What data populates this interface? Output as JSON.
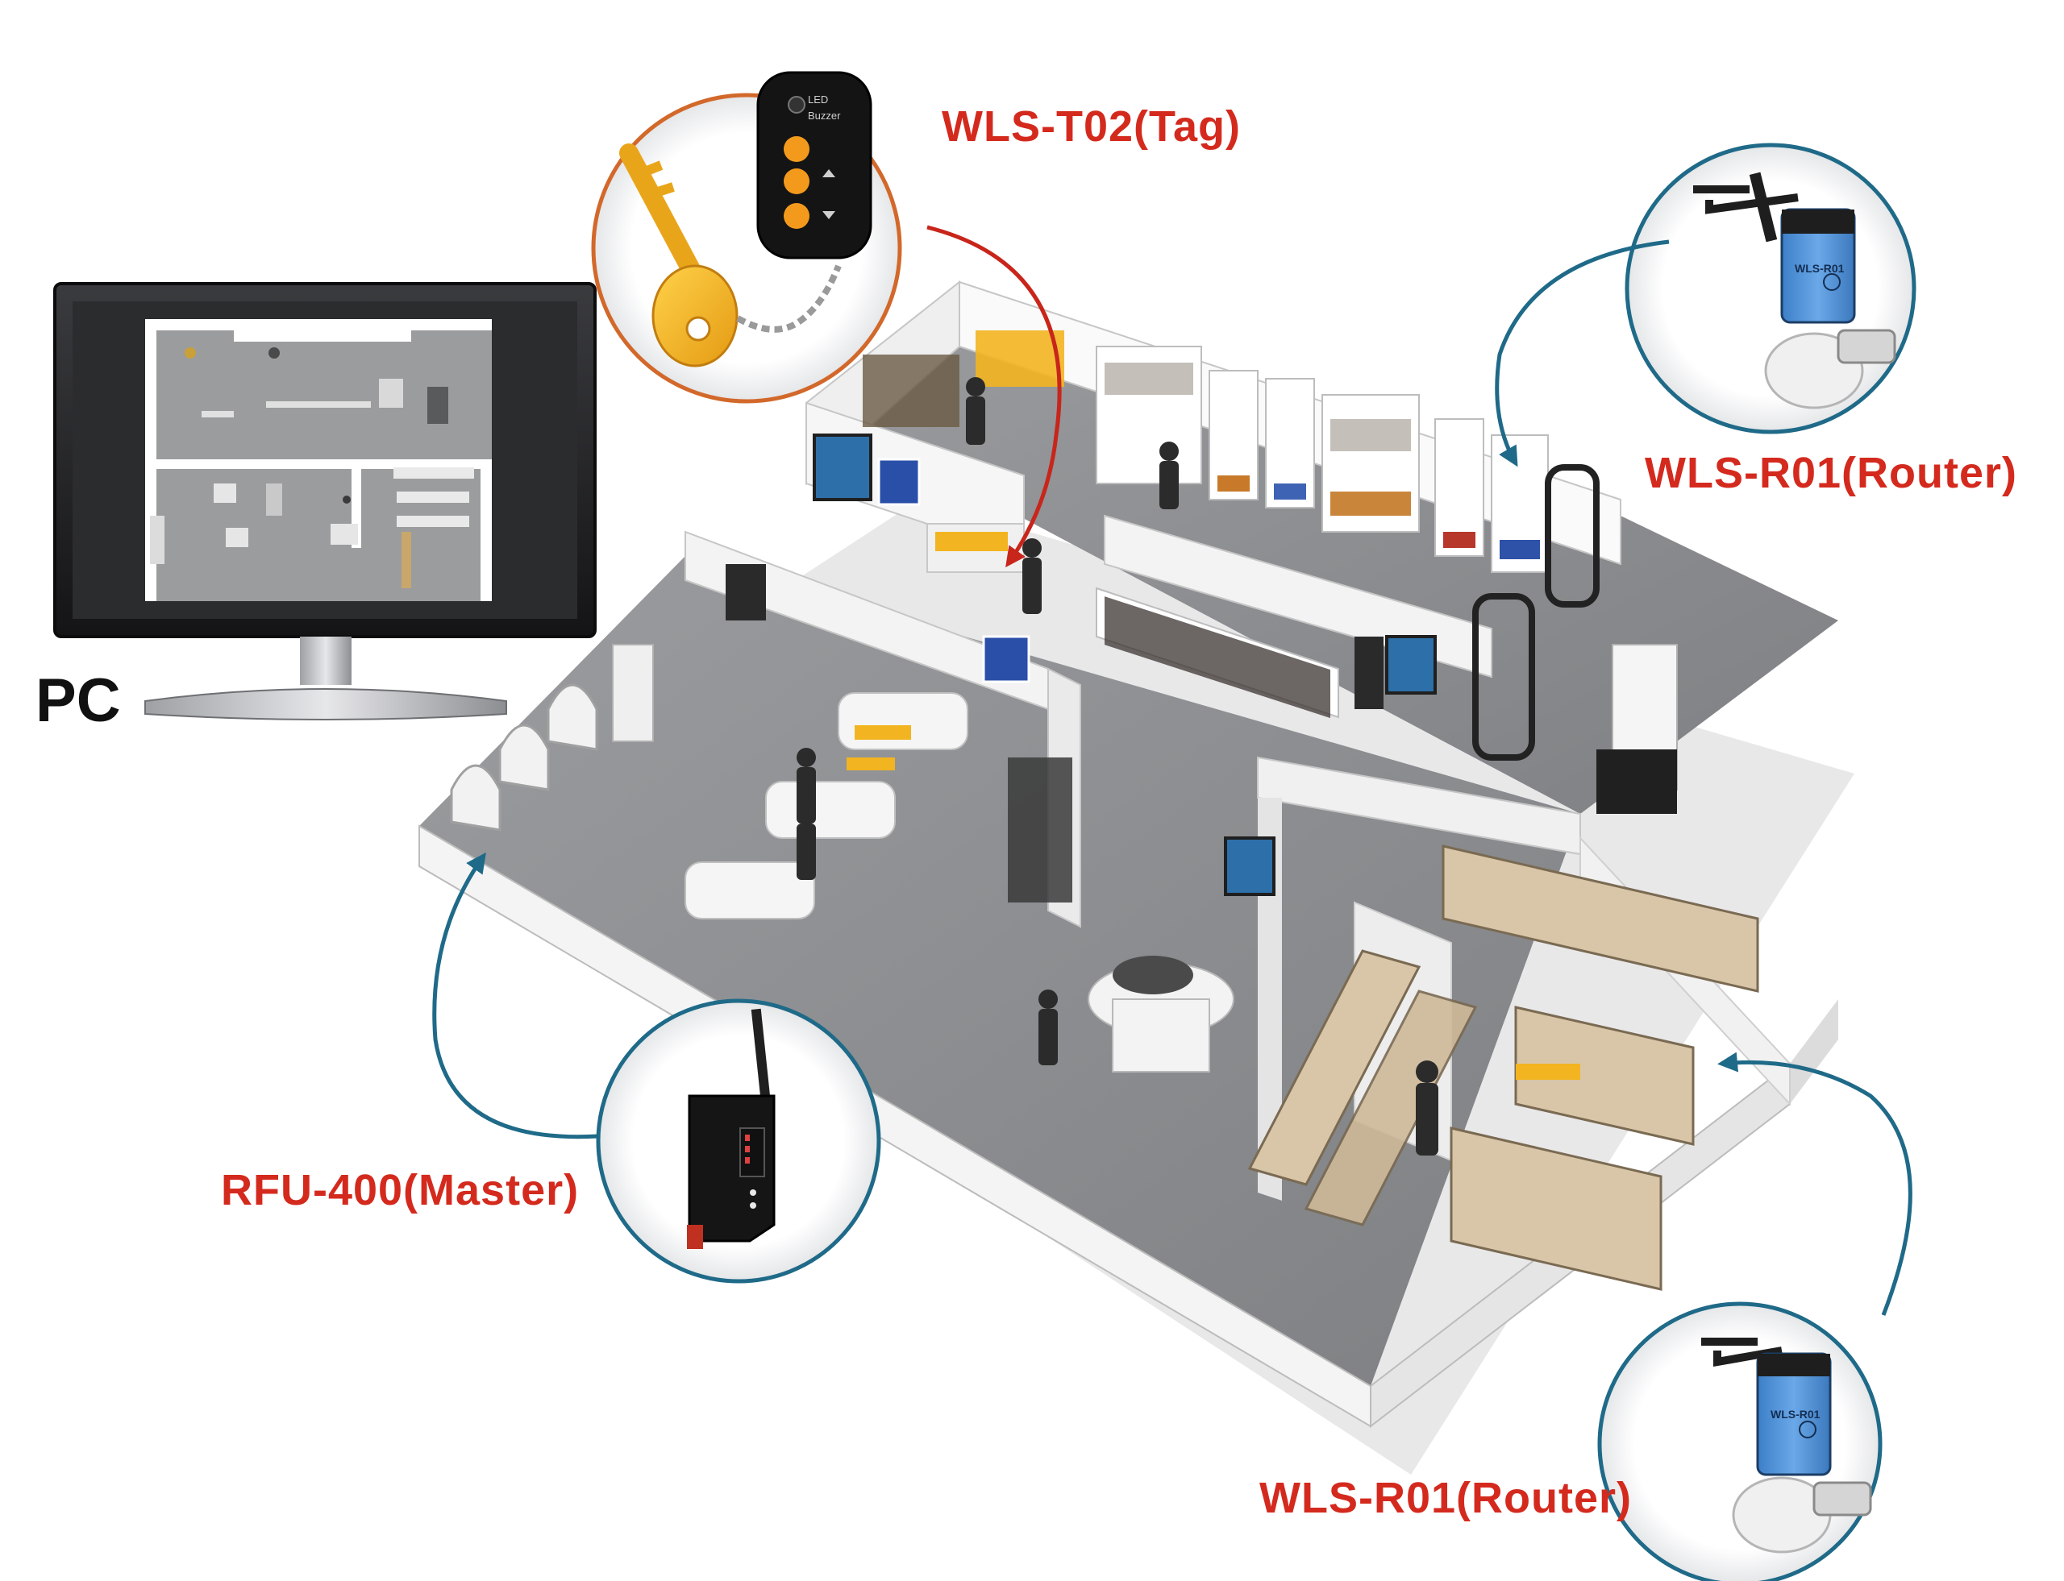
{
  "labels": {
    "pc": "PC",
    "tag": "WLS-T02(Tag)",
    "router_top": "WLS-R01(Router)",
    "master": "RFU-400(Master)",
    "router_bottom": "WLS-R01(Router)"
  },
  "device_markings": {
    "tag_led": "LED",
    "tag_buzzer": "Buzzer",
    "router_model": "WLS-R01"
  },
  "colors": {
    "label_red": "#d42a1e",
    "arrow_teal": "#1f6a88",
    "arrow_red": "#c8251b",
    "tag_ring": "#d2682a",
    "floor_gray": "#8d8f92",
    "router_blue": "#4b8fd6"
  }
}
